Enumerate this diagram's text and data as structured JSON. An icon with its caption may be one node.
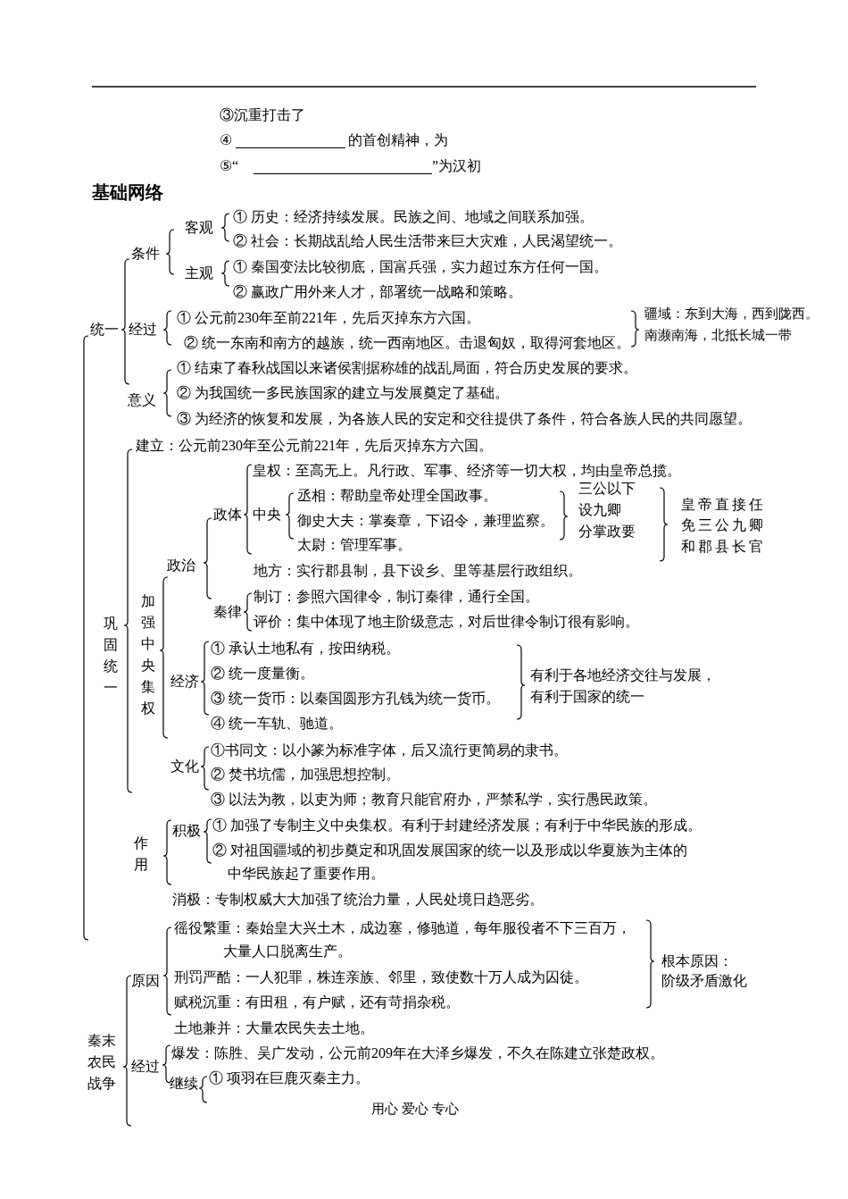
{
  "diagram": {
    "title": "基础网络",
    "labels": [
      "③沉重打击了",
      "④",
      "的首创精神，为",
      "⑤“",
      "”为汉初",
      "条件",
      "客观",
      "① 历史：经济持续发展。民族之间、地域之间联系加强。",
      "② 社会：长期战乱给人民生活带来巨大灾难，人民渴望统一。",
      "主观",
      "① 秦国变法比较彻底，国富兵强，实力超过东方任何一国。",
      "② 赢政广用外来人才，部署统一战略和策略。",
      "统一",
      "经过",
      "① 公元前230年至前221年，先后灭掉东方六国。",
      "② 统一东南和南方的越族，统一西南地区。击退匈奴，取得河套地区。",
      "疆域：东到大海，西到陇西。",
      "南濒南海，北抵长城一带",
      "意义",
      "① 结束了春秋战国以来诸侯割据称雄的战乱局面，符合历史发展的要求。",
      "② 为我国统一多民族国家的建立与发展奠定了基础。",
      "③ 为经济的恢复和发展，为各族人民的安定和交往提供了条件，符合各族人民的共同愿望。",
      "巩固统一",
      "建立：公元前230年至公元前221年，先后灭掉东方六国。",
      "加强中央集权",
      "政治",
      "政体",
      "皇权：至高无上。凡行政、军事、经济等一切大权，均由皇帝总揽。",
      "中央",
      "丞相：帮助皇帝处理全国政事。",
      "御史大夫：掌奏章，下诏令，兼理监察。",
      "太尉：管理军事。",
      "三公以下",
      "设九卿",
      "分掌政要",
      "皇帝直接任",
      "免三公九卿",
      "和郡县长官",
      "地方：实行郡县制，县下设乡、里等基层行政组织。",
      "秦律",
      "制订：参照六国律令，制订秦律，通行全国。",
      "评价：集中体现了地主阶级意志，对后世律令制订很有影响。",
      "经济",
      "① 承认土地私有，按田纳税。",
      "② 统一度量衡。",
      "③ 统一货币：以秦国圆形方孔钱为统一货币。",
      "④ 统一车轨、驰道。",
      "有利于各地经济交往与发展，",
      "有利于国家的统一",
      "文化",
      "①书同文：以小篆为标准字体，后又流行更简易的隶书。",
      "② 焚书坑儒，加强思想控制。",
      "③ 以法为教，以吏为师；教育只能官府办，严禁私学，实行愚民政策。",
      "作用",
      "积极",
      "① 加强了专制主义中央集权。有利于封建经济发展；有利于中华民族的形成。",
      "② 对祖国疆域的初步奠定和巩固发展国家的统一以及形成以华夏族为主体的中华民族起了重要作用。",
      "消极：专制权威大大加强了统治力量，人民处境日趋恶劣。",
      "秦末农民战争",
      "原因",
      "徭役繁重：秦始皇大兴土木，成边塞，修驰道，每年服役者不下三百万，大量人口脱离生产。",
      "刑罚严酷：一人犯罪，株连亲族、邻里，致使数十万人成为囚徒。",
      "赋税沉重：有田租，有户赋，还有苛捐杂税。",
      "根本原因：",
      "阶级矛盾激化",
      "土地兼并：大量农民失去土地。",
      "经过",
      "爆发：陈胜、吴广发动，公元前209年在大泽乡爆发，不久在陈建立张楚政权。",
      "继续",
      "① 项羽在巨鹿灭秦主力。",
      "用心 爱心 专心"
    ]
  }
}
